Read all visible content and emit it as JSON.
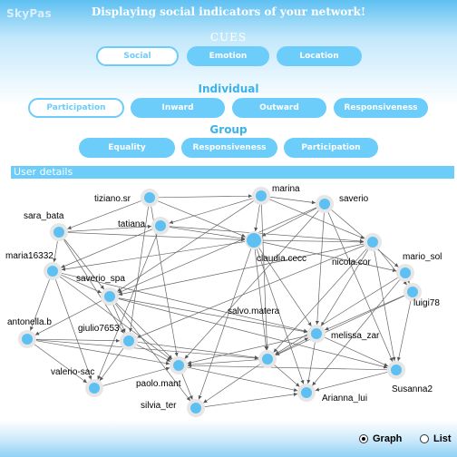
{
  "app": {
    "logo": "SkyPas",
    "headline": "Displaying social indicators of your network!"
  },
  "cues": {
    "title": "CUES",
    "buttons": [
      "Social",
      "Emotion",
      "Location"
    ],
    "selected": "Social"
  },
  "individual": {
    "title": "Individual",
    "buttons": [
      "Participation",
      "Inward",
      "Outward",
      "Responsiveness"
    ],
    "selected": "Participation"
  },
  "group": {
    "title": "Group",
    "buttons": [
      "Equality",
      "Responsiveness",
      "Participation"
    ]
  },
  "details": {
    "title": "User details"
  },
  "graph": {
    "nodes": [
      "tiziano.sr",
      "marina",
      "saverio",
      "sara_bata",
      "tatiana",
      "claudia.cecc",
      "nicola.cor",
      "mario_sol",
      "maria16332",
      "saverio_spa",
      "luigi78",
      "antonella.b",
      "giulio7653",
      "salvo.matera",
      "melissa_zar",
      "valerio-sac",
      "paolo.mant",
      "Susanna2",
      "silvia_ter",
      "Arianna_lui"
    ]
  },
  "view": {
    "options": [
      "Graph",
      "List"
    ],
    "selected": "Graph"
  },
  "colors": {
    "accent": "#6cccfa",
    "node": "#5ec0f2",
    "node_halo": "#e6e6e6"
  }
}
